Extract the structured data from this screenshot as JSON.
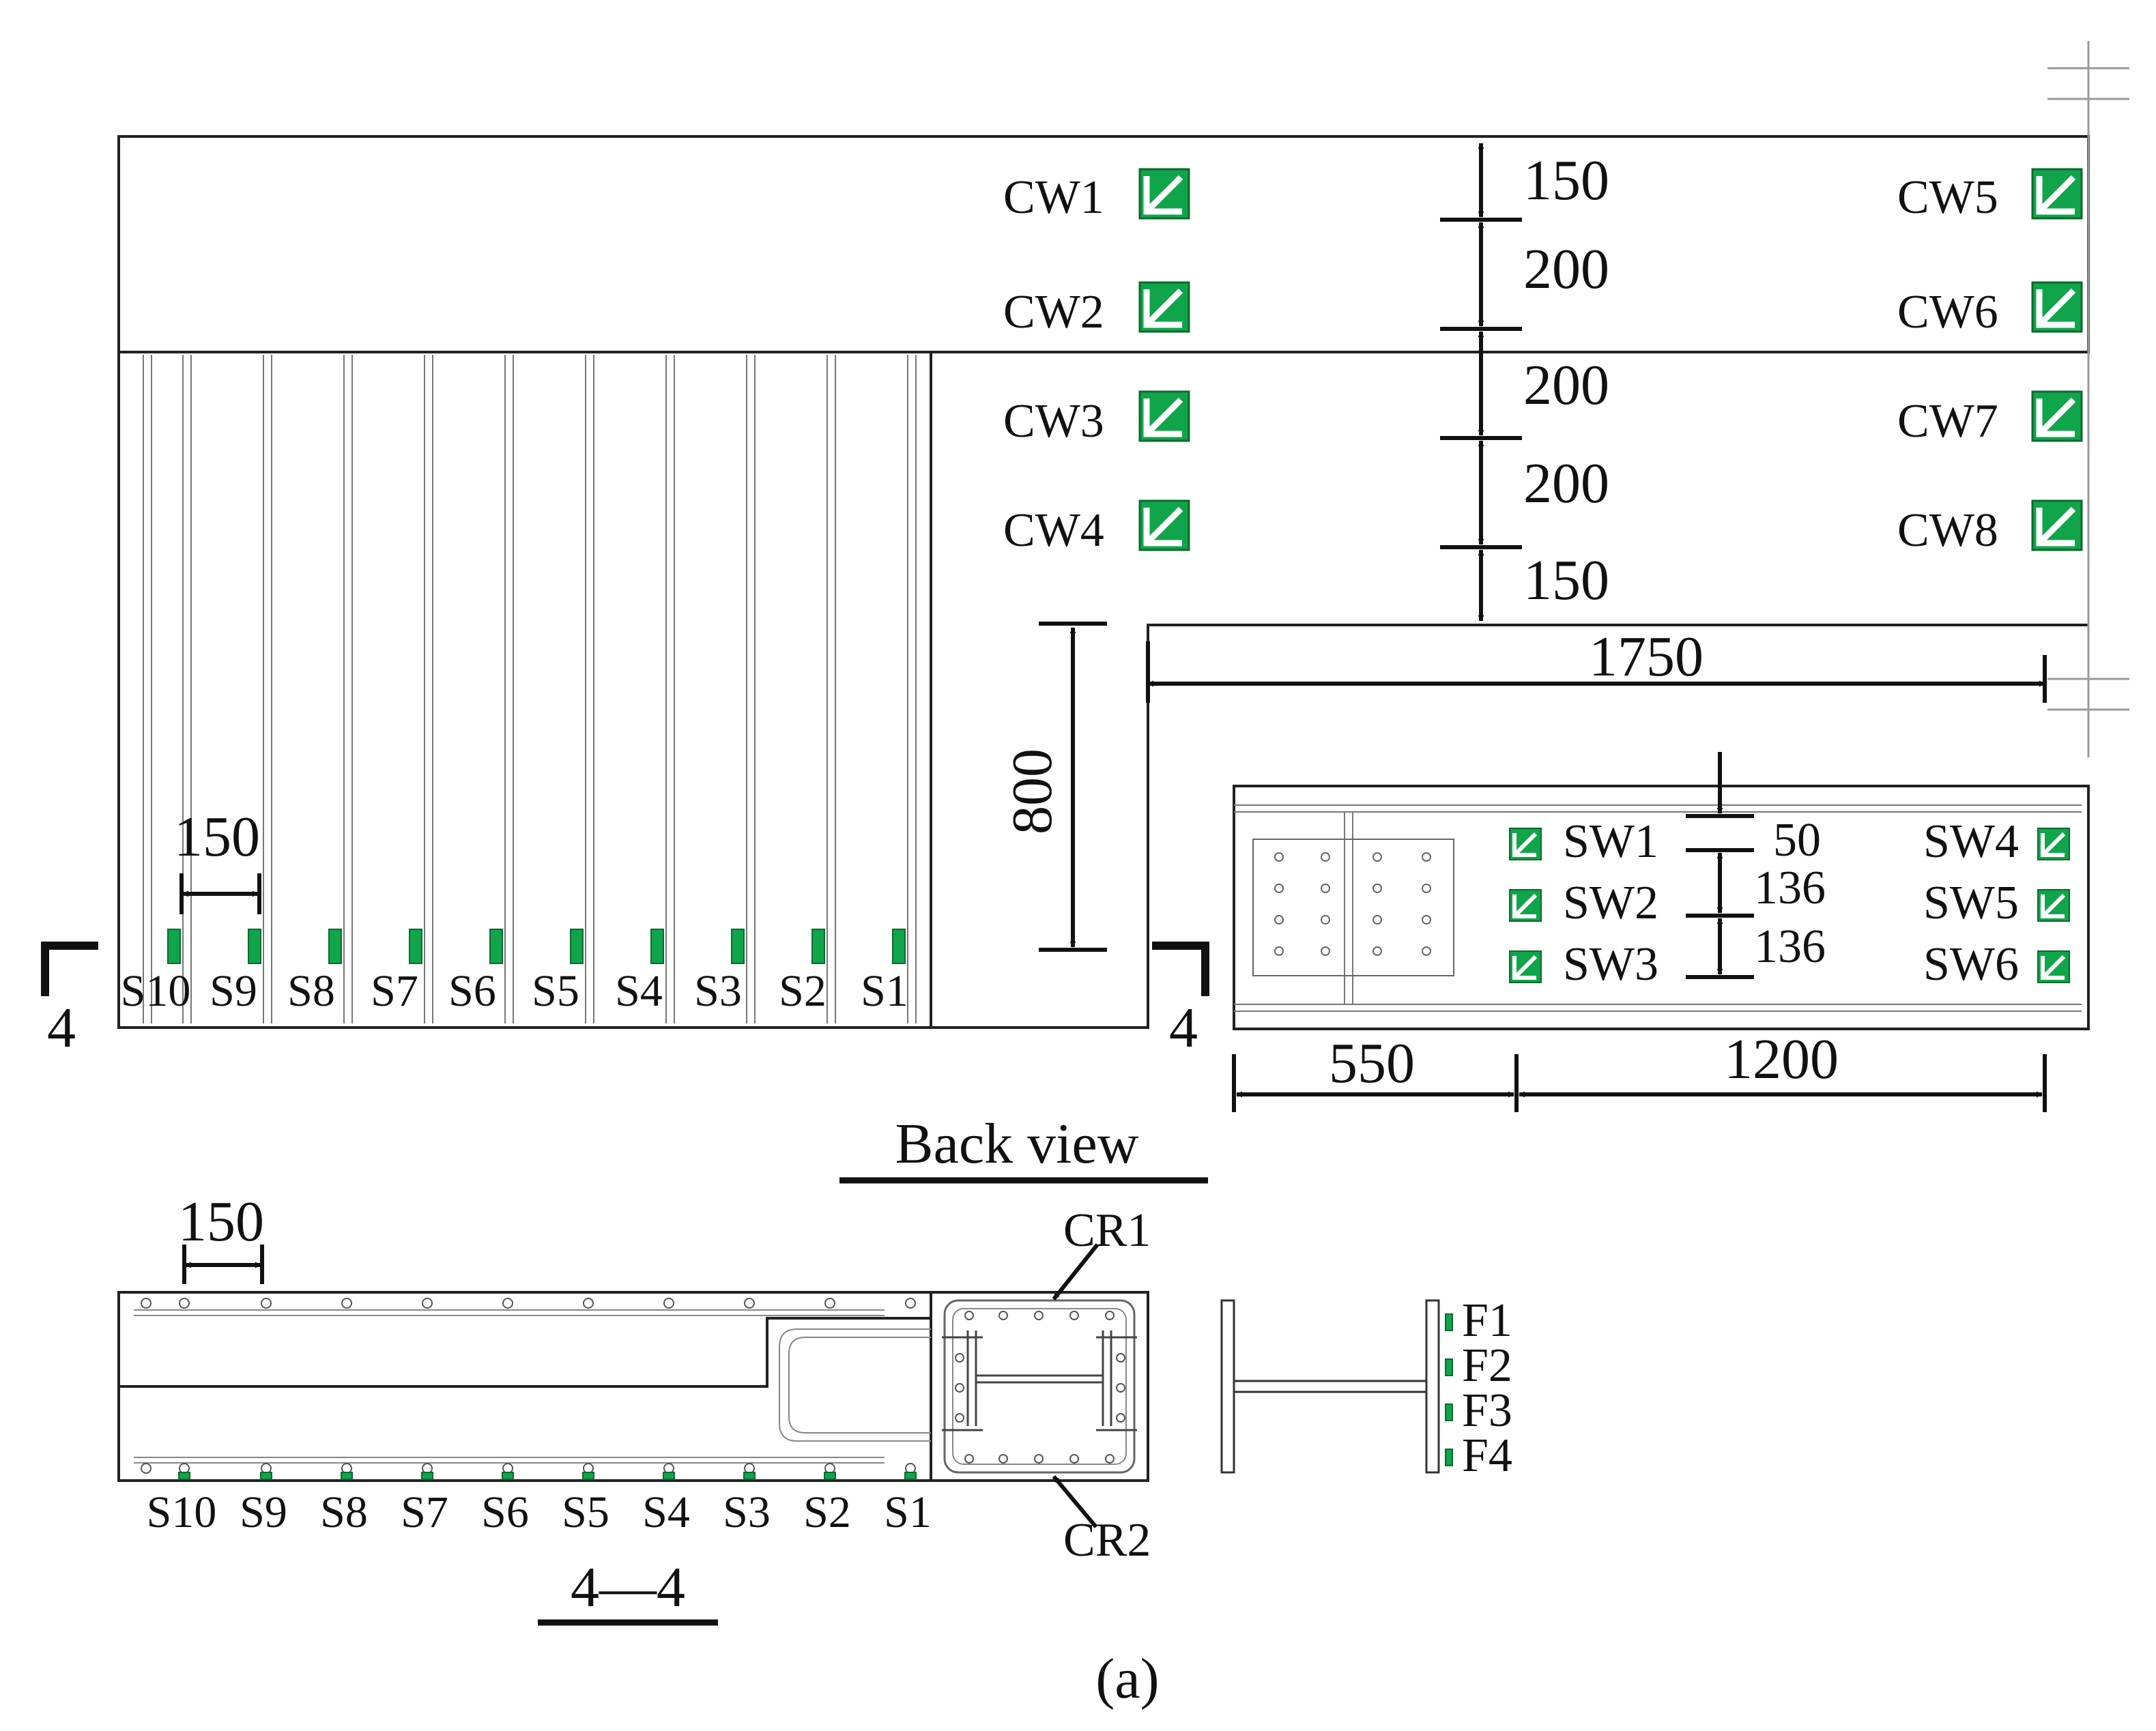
{
  "colors": {
    "line": "#222222",
    "faint": "#9a9a9a",
    "gauge": "#10a54a",
    "gauge_edge": "#0b6a2f"
  },
  "icons": {
    "rosette": "strain-rosette-icon",
    "gauge": "strain-gauge-icon"
  },
  "back_view": {
    "caption": "Back view",
    "section_mark_left": "4",
    "section_mark_right": "4",
    "col_rosettes_left": [
      "CW1",
      "CW2",
      "CW3",
      "CW4"
    ],
    "col_rosettes_right": [
      "CW5",
      "CW6",
      "CW7",
      "CW8"
    ],
    "vertical_dims": [
      "150",
      "200",
      "200",
      "200",
      "150"
    ],
    "beam_length": "1750",
    "column_height": "800",
    "slab_gauges": [
      "S10",
      "S9",
      "S8",
      "S7",
      "S6",
      "S5",
      "S4",
      "S3",
      "S2",
      "S1"
    ],
    "gauge_spacing": "150"
  },
  "beam_detail": {
    "rosettes_left": [
      "SW1",
      "SW2",
      "SW3"
    ],
    "rosettes_right": [
      "SW4",
      "SW5",
      "SW6"
    ],
    "vertical_dims": [
      "50",
      "136",
      "136"
    ],
    "horizontal_dims": [
      "550",
      "1200"
    ]
  },
  "section_4_4": {
    "title": "4—4",
    "gauge_spacing": "150",
    "rebar_gauges": [
      "S10",
      "S9",
      "S8",
      "S7",
      "S6",
      "S5",
      "S4",
      "S3",
      "S2",
      "S1"
    ],
    "corner_gauges": [
      "CR1",
      "CR2"
    ]
  },
  "flange_gauges": [
    "F1",
    "F2",
    "F3",
    "F4"
  ],
  "figure_label": "(a)"
}
